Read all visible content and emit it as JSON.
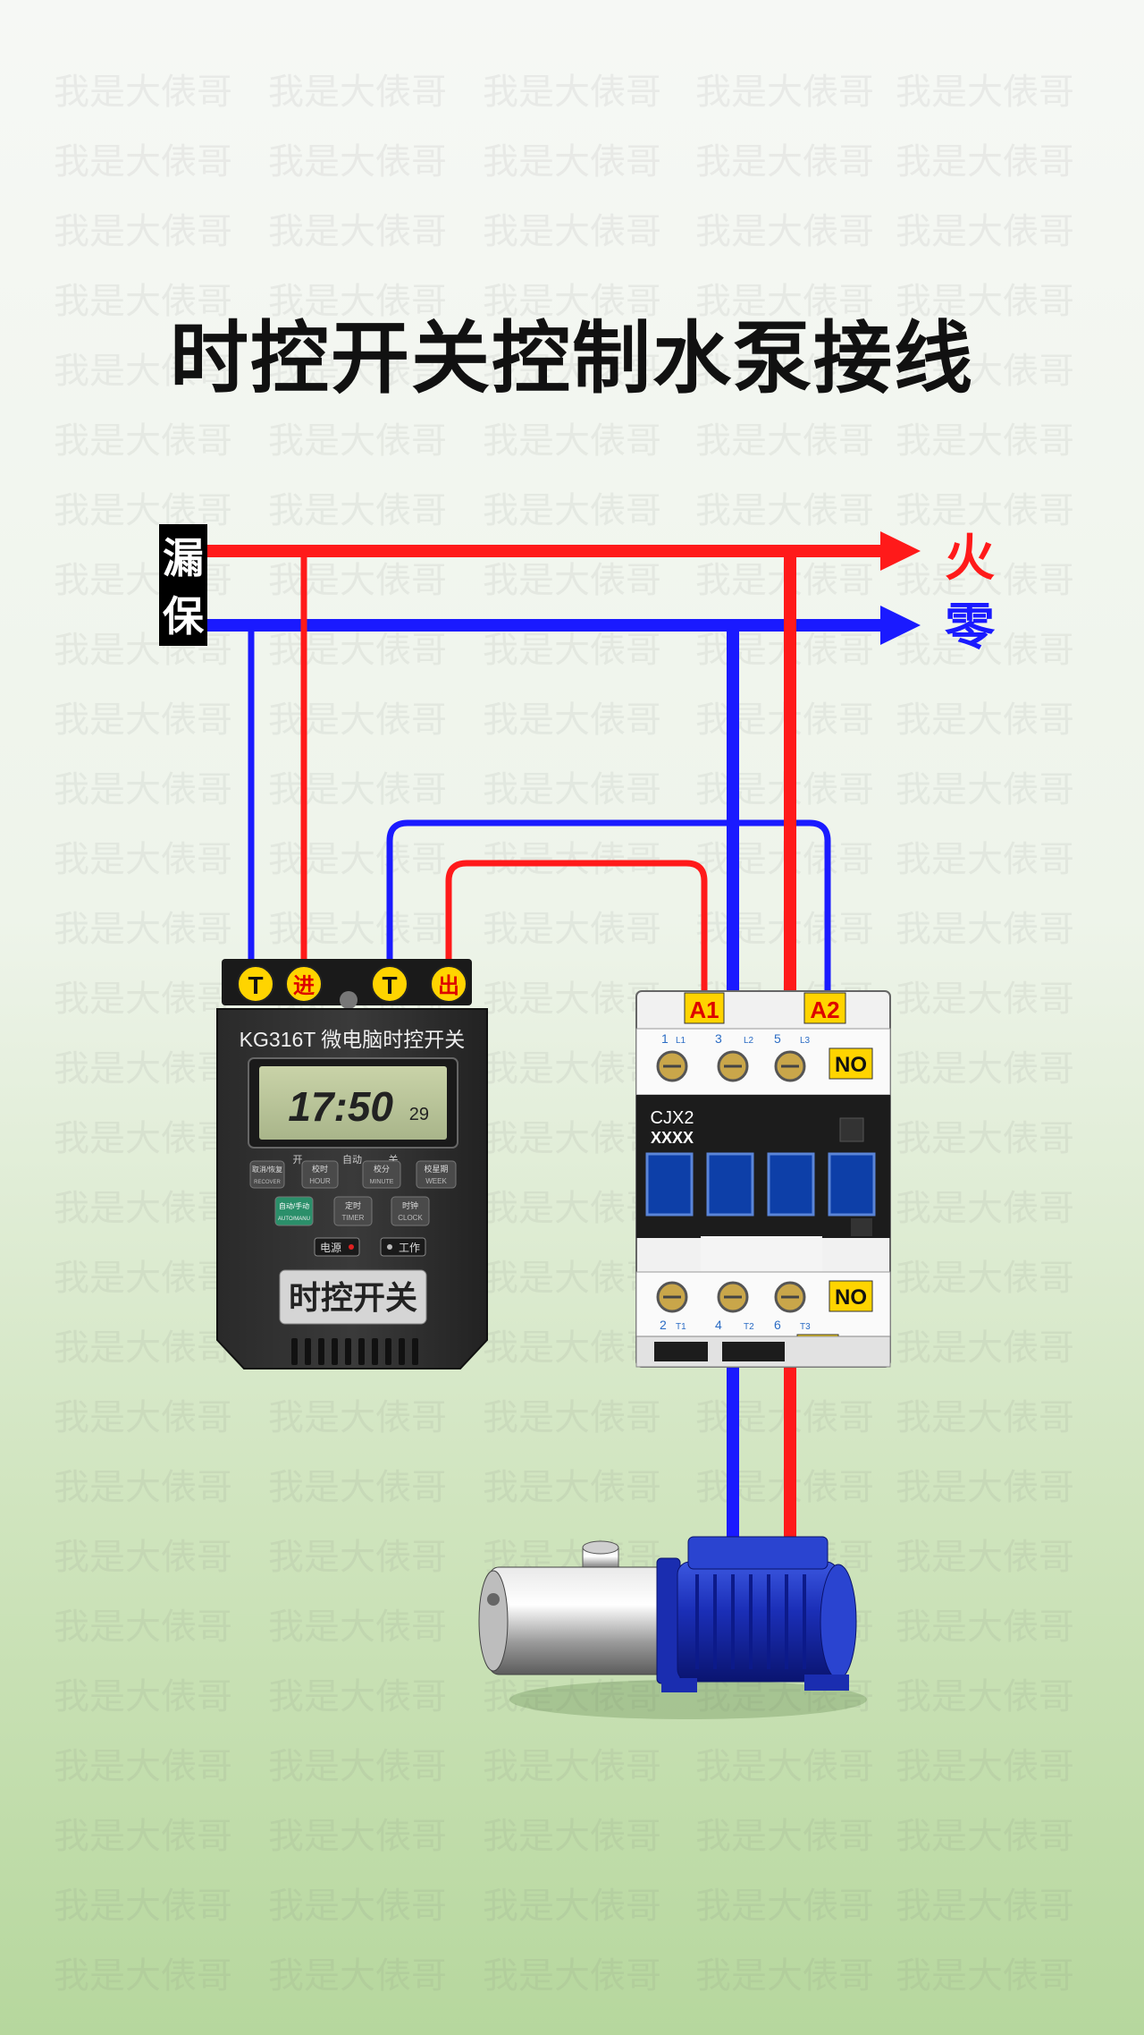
{
  "title": "时控开关控制水泵接线",
  "watermark_text": "我是大俵哥",
  "breaker": {
    "line1": "漏",
    "line2": "保"
  },
  "lines": {
    "live": "火",
    "neutral": "零"
  },
  "timer": {
    "terminals": [
      "T",
      "进",
      "T",
      "出"
    ],
    "model": "KG316T  微电脑时控开关",
    "time_main": "17:50",
    "time_sec": "29",
    "mode_labels": [
      "开",
      "自动",
      "关"
    ],
    "buttons_row1": [
      {
        "top": "取消/恢复",
        "bottom": "RECOVER"
      },
      {
        "top": "校时",
        "bottom": "HOUR"
      },
      {
        "top": "校分",
        "bottom": "MINUTE"
      },
      {
        "top": "校星期",
        "bottom": "WEEK"
      }
    ],
    "buttons_row2": [
      {
        "top": "自动/手动",
        "bottom": "AUTO/MANU"
      },
      {
        "top": "定时",
        "bottom": "TIMER"
      },
      {
        "top": "时钟",
        "bottom": "CLOCK"
      }
    ],
    "power_label": "电源",
    "work_label": "工作",
    "name_plate": "时控开关"
  },
  "contactor": {
    "coil_a1": "A1",
    "coil_a2": "A2",
    "top_terminals": [
      "1",
      "L1",
      "3",
      "L2",
      "5",
      "L3"
    ],
    "bottom_terminals": [
      "2",
      "T1",
      "4",
      "T2",
      "6",
      "T3"
    ],
    "no_label": "NO",
    "model": "CJX2",
    "model_sub": "XXXX"
  },
  "colors": {
    "live": "#ff1a1a",
    "neutral": "#1a1aff"
  }
}
